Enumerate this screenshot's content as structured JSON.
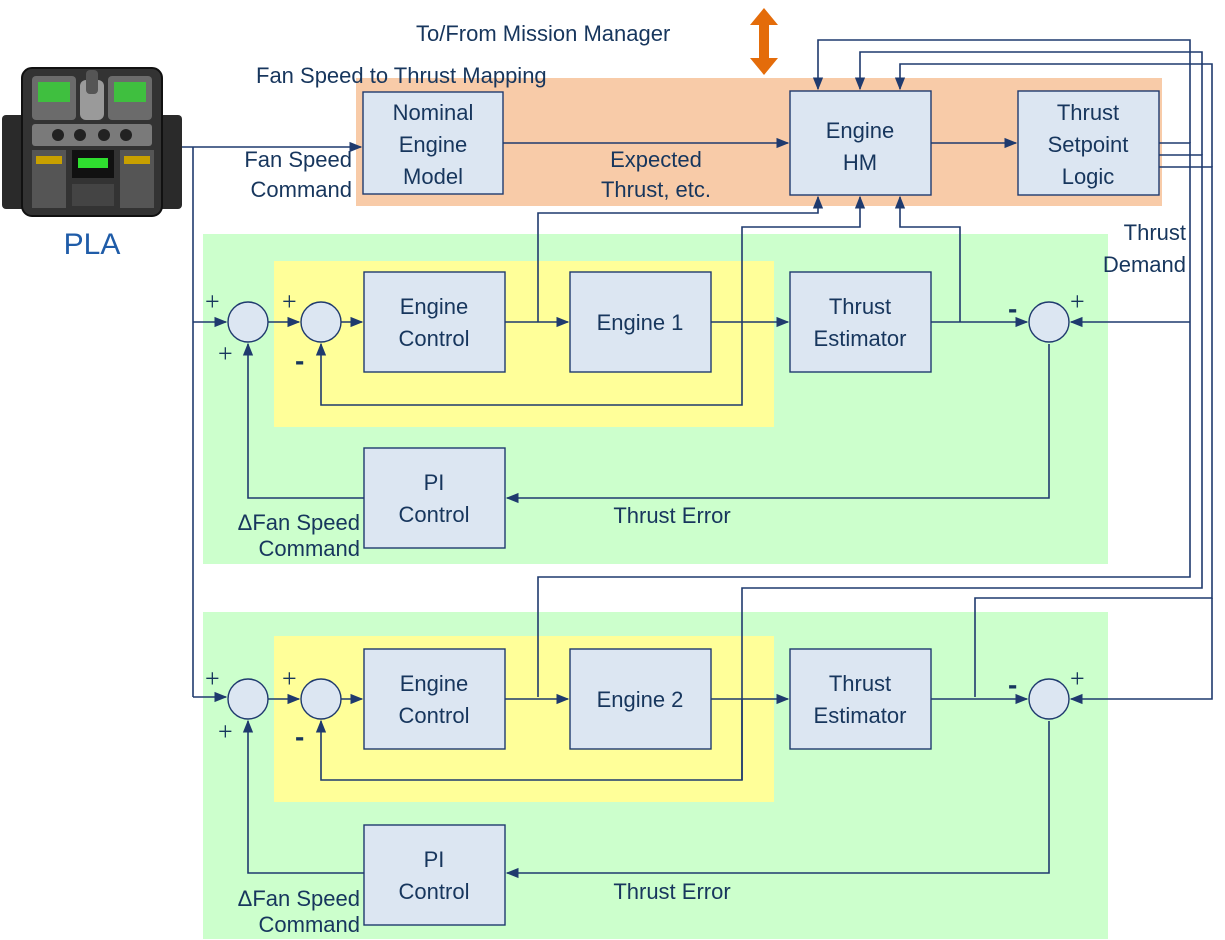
{
  "colors": {
    "mapping_region": "#f8cba8",
    "engine_region": "#ccffcc",
    "inner_loop_region": "#ffff99",
    "block_fill": "#dce6f2",
    "line": "#1f3a6e",
    "text": "#17365d",
    "pla_label": "#1f5ca8",
    "double_arrow": "#e46c0a"
  },
  "top": {
    "mission_manager": "To/From Mission Manager",
    "mapping_title": "Fan Speed to Thrust Mapping",
    "fan_speed_command": [
      "Fan Speed",
      "Command"
    ],
    "expected_thrust": [
      "Expected",
      "Thrust, etc."
    ],
    "thrust_demand": [
      "Thrust",
      "Demand"
    ],
    "pla": "PLA"
  },
  "blocks": {
    "nominal_engine_model": [
      "Nominal",
      "Engine",
      "Model"
    ],
    "engine_hm": [
      "Engine",
      "HM"
    ],
    "thrust_setpoint_logic": [
      "Thrust",
      "Setpoint",
      "Logic"
    ]
  },
  "loops": [
    {
      "engine_control": [
        "Engine",
        "Control"
      ],
      "engine": "Engine 1",
      "thrust_estimator": [
        "Thrust",
        "Estimator"
      ],
      "pi_control": [
        "PI",
        "Control"
      ],
      "thrust_error": "Thrust Error",
      "delta_fan_speed": [
        "ΔFan Speed",
        "Command"
      ]
    },
    {
      "engine_control": [
        "Engine",
        "Control"
      ],
      "engine": "Engine 2",
      "thrust_estimator": [
        "Thrust",
        "Estimator"
      ],
      "pi_control": [
        "PI",
        "Control"
      ],
      "thrust_error": "Thrust Error",
      "delta_fan_speed": [
        "ΔFan Speed",
        "Command"
      ]
    }
  ],
  "signs": {
    "plus": "+",
    "minus": "-"
  }
}
